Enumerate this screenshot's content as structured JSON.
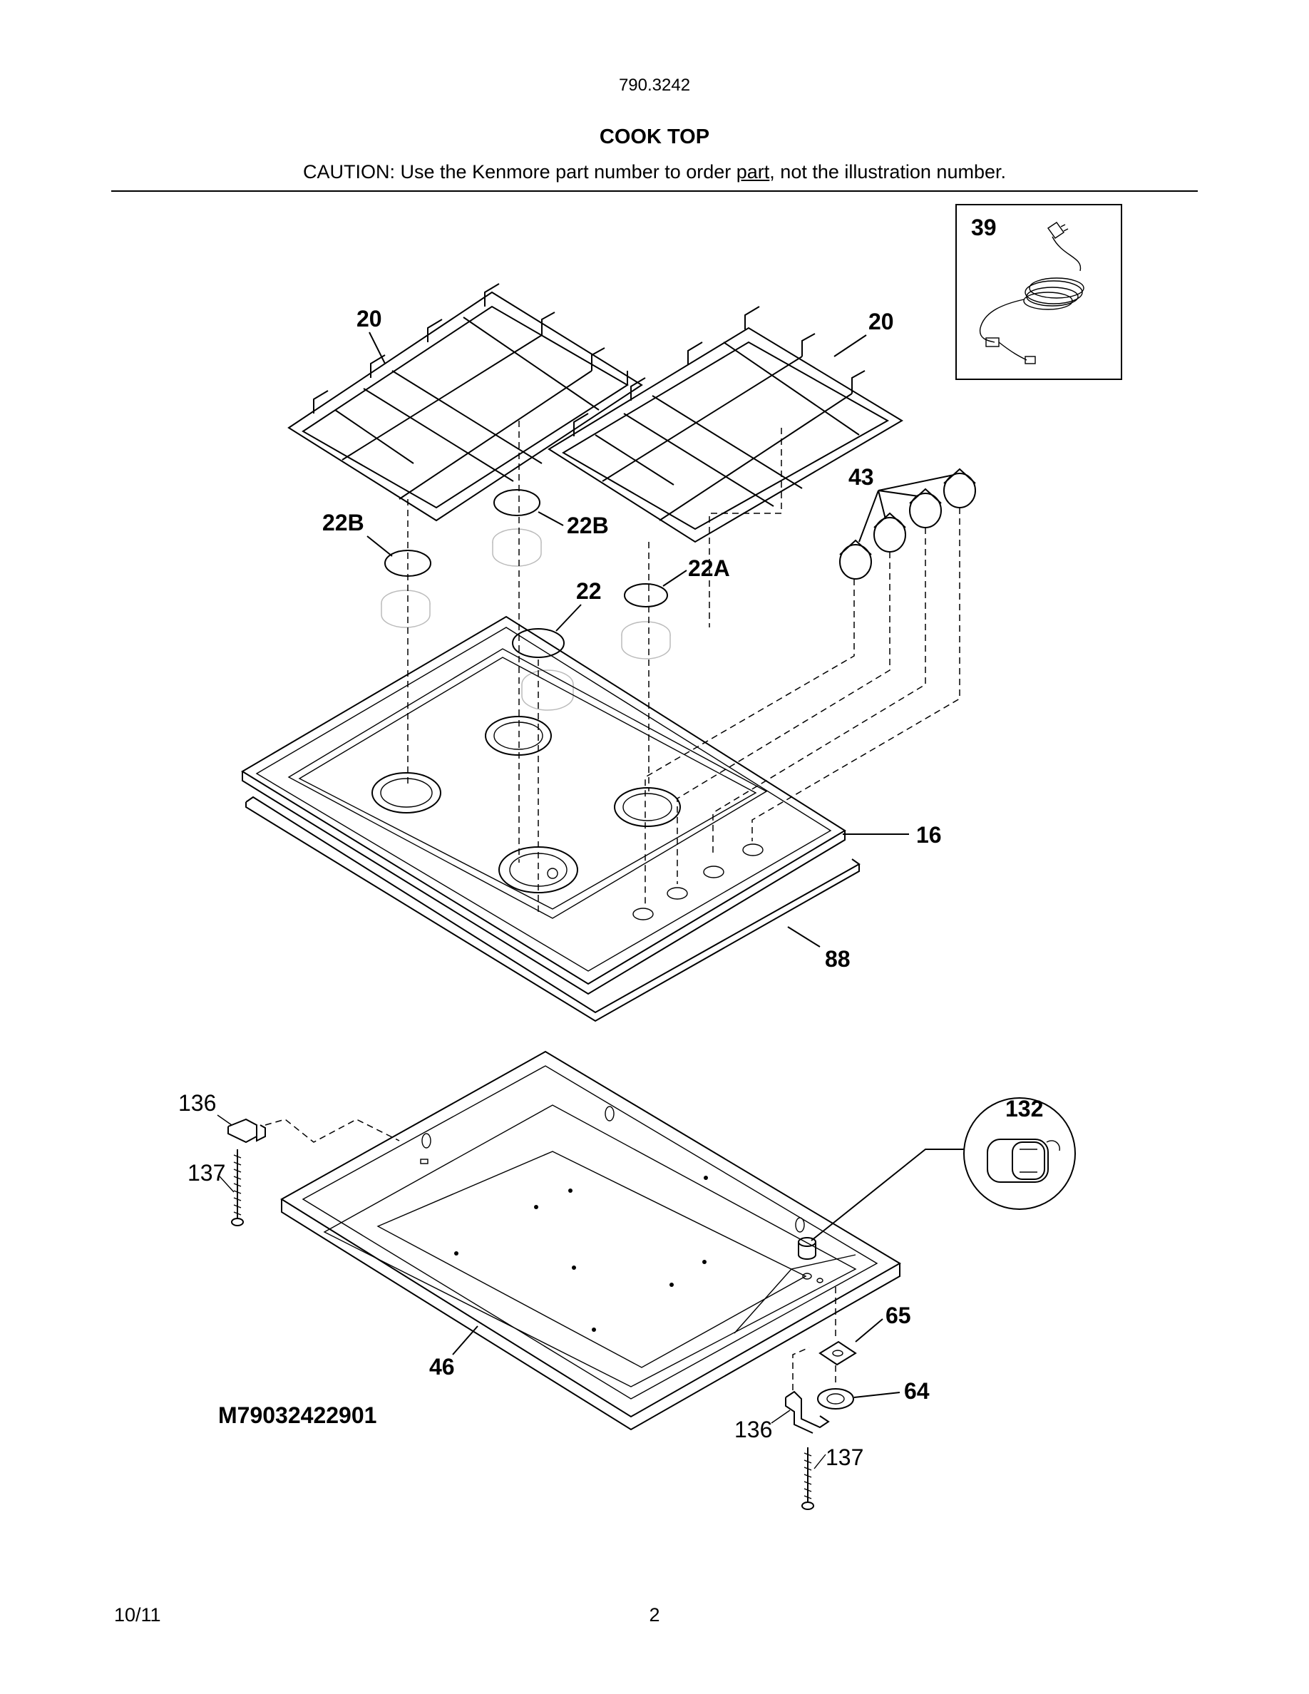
{
  "header": {
    "model_number": "790.3242",
    "section_title": "COOK TOP",
    "caution_before": "CAUTION: Use the Kenmore part number to order ",
    "caution_underlined": "part",
    "caution_after": ", not the illustration number."
  },
  "diagram_id": "M79032422901",
  "callouts": {
    "c20a": "20",
    "c20b": "20",
    "c22b_left": "22B",
    "c22b_mid": "22B",
    "c22a": "22A",
    "c22": "22",
    "c43": "43",
    "c16": "16",
    "c88": "88",
    "c39": "39",
    "c132": "132",
    "c136_top": "136",
    "c137_top": "137",
    "c46": "46",
    "c65": "65",
    "c64": "64",
    "c136_bottom": "136",
    "c137_bottom": "137"
  },
  "footer": {
    "date": "10/11",
    "page": "2"
  }
}
